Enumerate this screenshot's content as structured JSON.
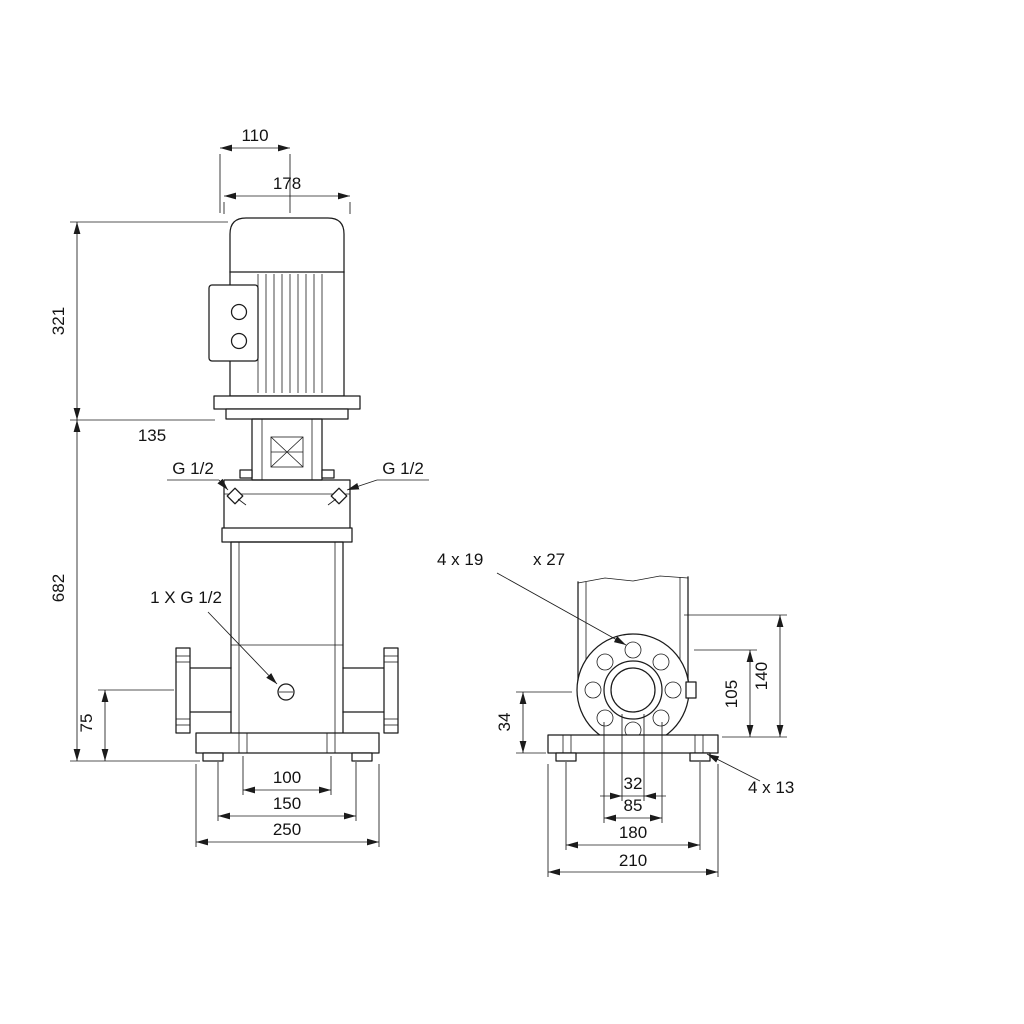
{
  "front_view": {
    "dim_110": "110",
    "dim_178": "178",
    "dim_321": "321",
    "dim_135": "135",
    "dim_682": "682",
    "dim_75": "75",
    "dim_100": "100",
    "dim_150": "150",
    "dim_250": "250",
    "port_left_label": "G 1/2",
    "port_right_label": "G 1/2",
    "drain_label": "1 X G 1/2"
  },
  "side_view": {
    "flange_holes_label": "4 x 19",
    "flange_holes_label2": "x 27",
    "base_holes_label": "4 x 13",
    "dim_34": "34",
    "dim_105": "105",
    "dim_140": "140",
    "dim_32": "32",
    "dim_85": "85",
    "dim_180": "180",
    "dim_210": "210"
  }
}
